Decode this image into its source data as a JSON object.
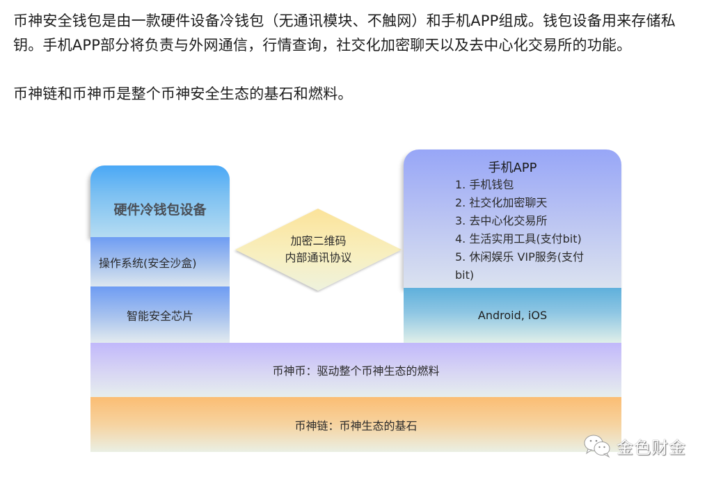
{
  "intro": {
    "paragraph1": "币神安全钱包是由一款硬件设备冷钱包（无通讯模块、不触网）和手机APP组成。钱包设备用来存储私钥。手机APP部分将负责与外网通信，行情查询，社交化加密聊天以及去中心化交易所的功能。",
    "paragraph2": "币神链和币神币是整个币神安全生态的基石和燃料。"
  },
  "diagram": {
    "hardware": {
      "title": "硬件冷钱包设备",
      "os_layer": "操作系统(安全沙盒)",
      "chip_layer": "智能安全芯片",
      "colors": {
        "top": "#4aa8f6",
        "layer": "#6e9cf3"
      }
    },
    "link": {
      "line1": "加密二维码",
      "line2": "内部通讯协议",
      "color": "#fbe9a0"
    },
    "app": {
      "title": "手机APP",
      "features": [
        "1. 手机钱包",
        "2. 社交化加密聊天",
        "3. 去中心化交易所",
        "4. 生活实用工具(支付bit)",
        "5. 休闲娱乐 VIP服务(支付bit)"
      ],
      "os_layer": "Android, iOS",
      "colors": {
        "top": "#97a6f7",
        "os": "#5fb0dc"
      }
    },
    "coin_layer": {
      "label": "币神币：驱动整个币神生态的燃料",
      "color": "#c1b8fb"
    },
    "chain_layer": {
      "label": "币神链：币神生态的基石",
      "color": "#fbbd73"
    }
  },
  "watermark": {
    "icon": "wechat-icon",
    "text": "金色财金"
  }
}
